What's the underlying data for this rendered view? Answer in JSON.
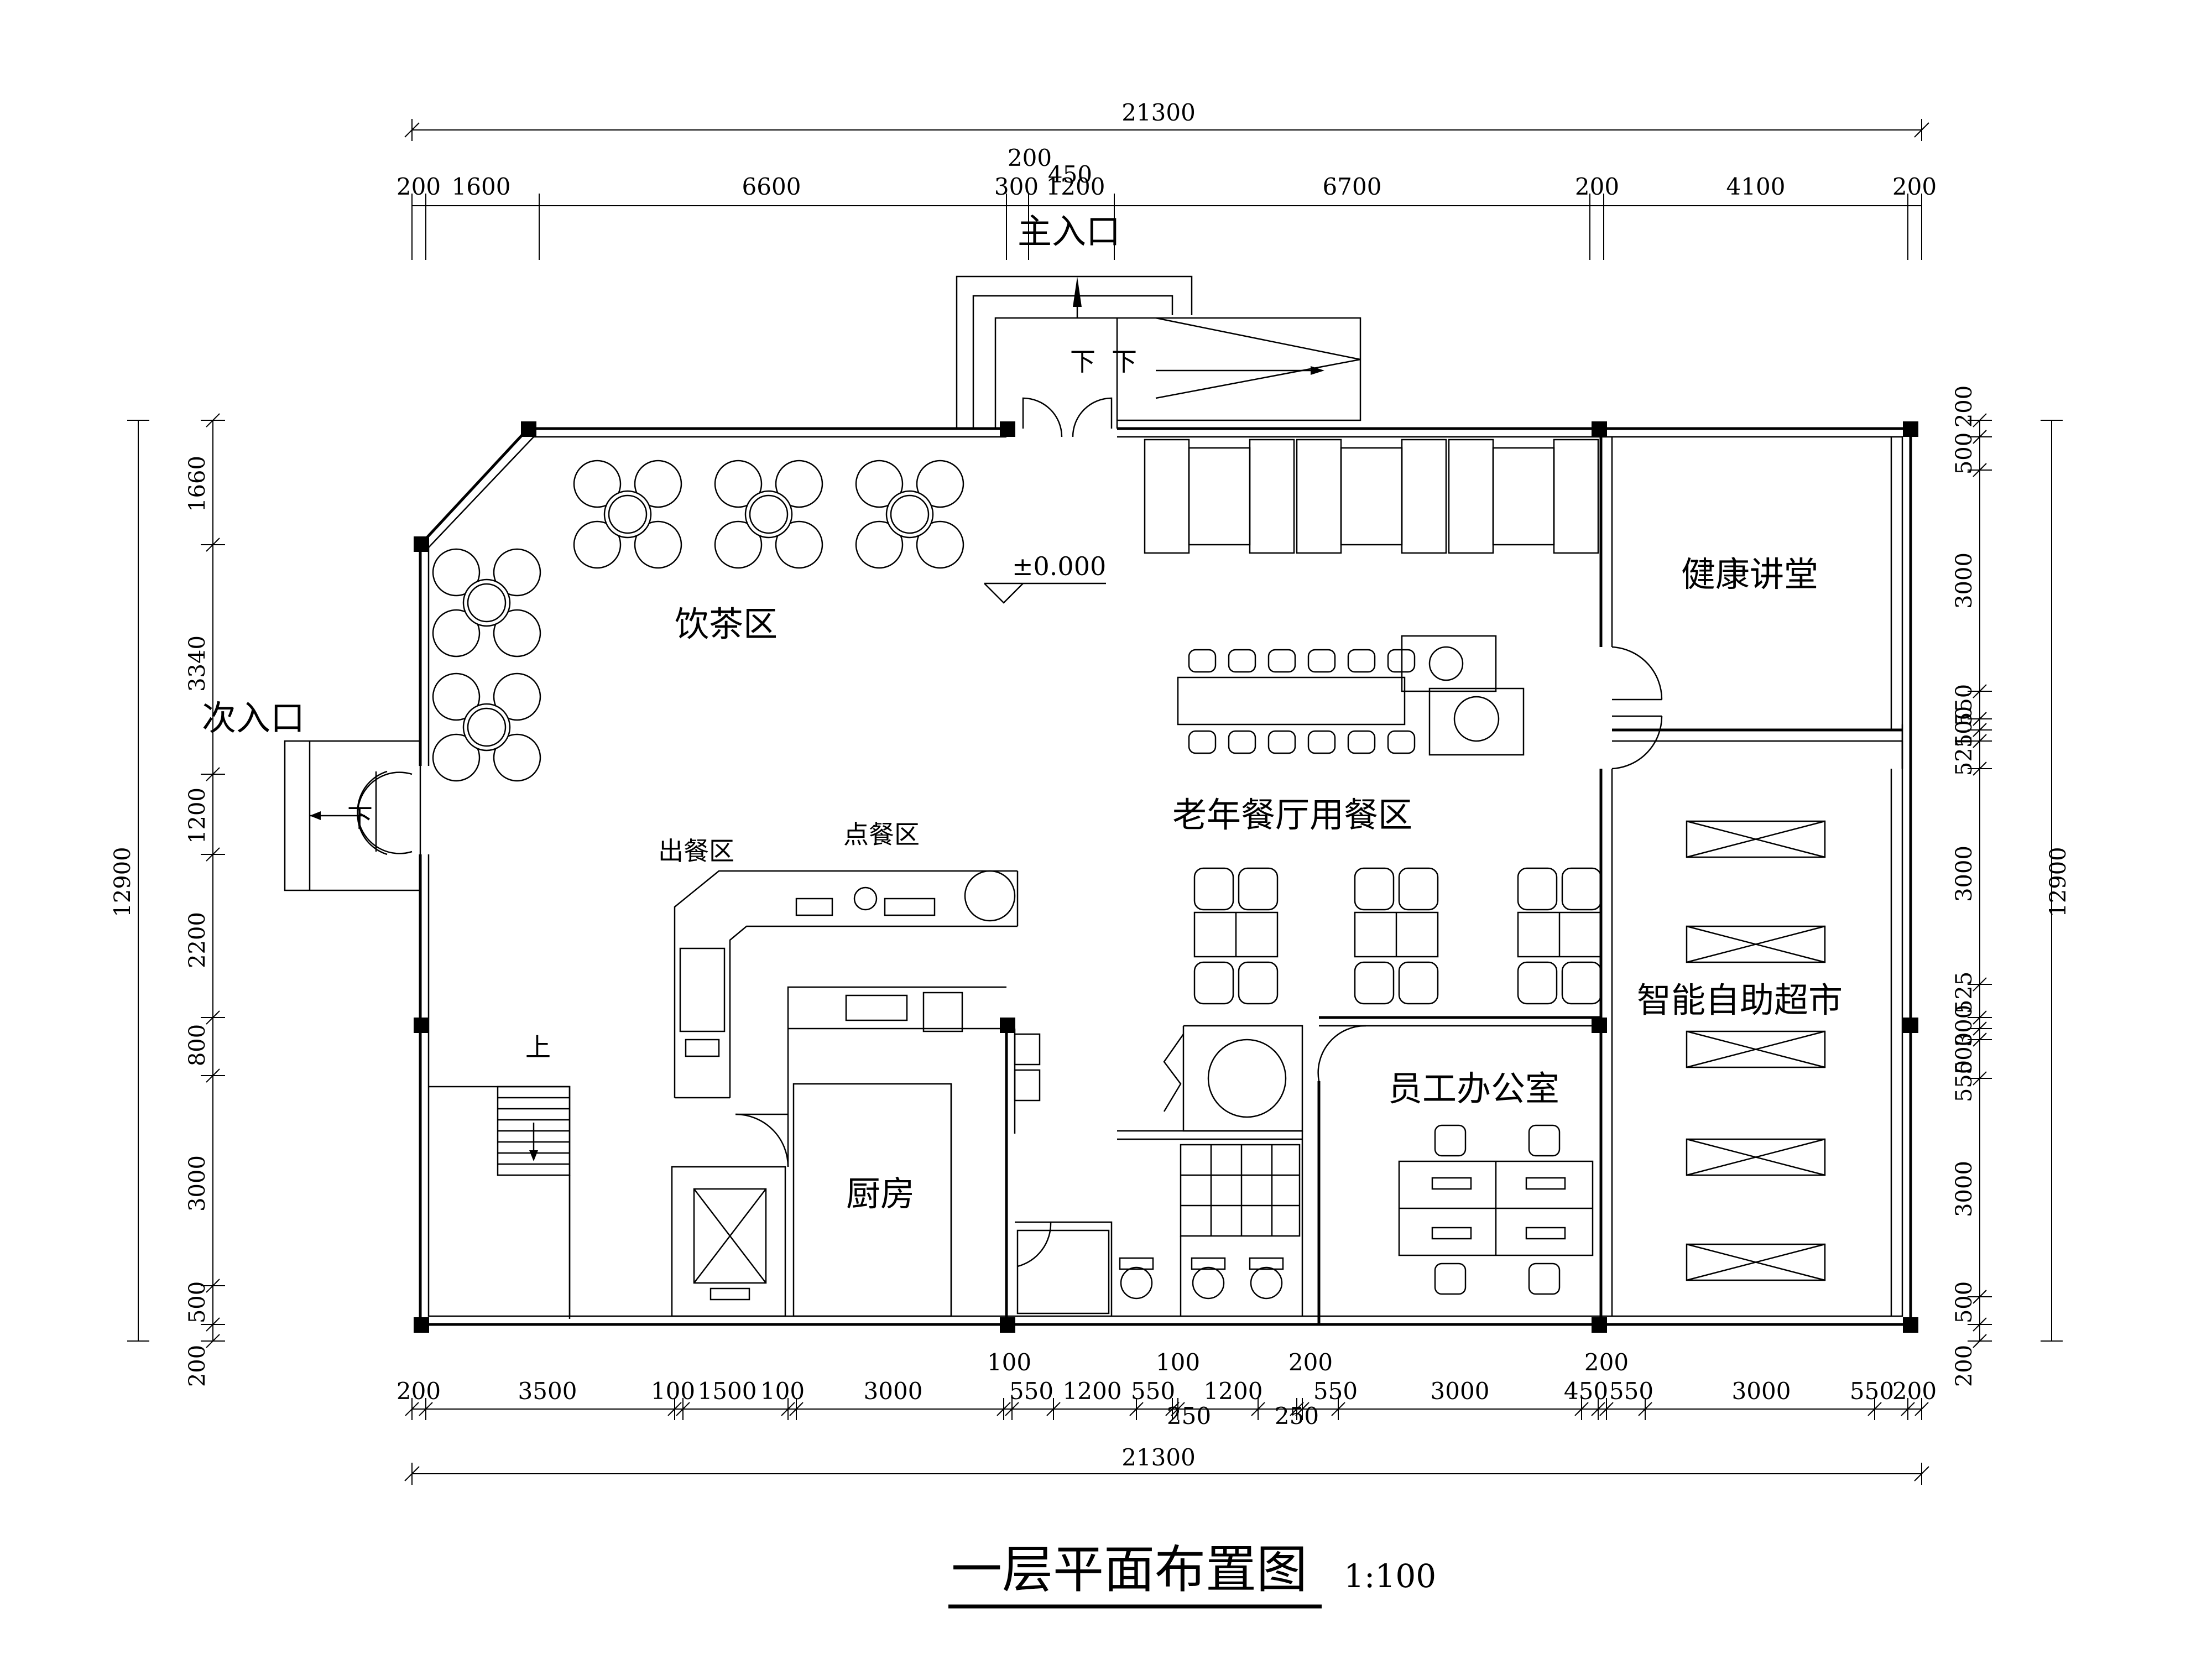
{
  "drawing": {
    "title": "一层平面布置图",
    "scale": "1:100",
    "level": "±0.000"
  },
  "entrances": {
    "main": "主入口",
    "secondary": "次入口",
    "down_mark": "下",
    "up_mark": "上"
  },
  "rooms": {
    "tea_area": "饮茶区",
    "dining_area": "老年餐厅用餐区",
    "health_hall": "健康讲堂",
    "supermarket": "智能自助超市",
    "staff_office": "员工办公室",
    "kitchen": "厨房",
    "serving_area": "出餐区",
    "ordering_area": "点餐区"
  },
  "dimensions": {
    "top_total": "21300",
    "top_row": [
      "200",
      "1600",
      "6600",
      "300",
      "1200",
      "6700",
      "200",
      "4100",
      "200"
    ],
    "top_extra": [
      "200",
      "450"
    ],
    "bottom_total": "21300",
    "bottom_row": [
      "200",
      "3500",
      "100",
      "1500",
      "100",
      "3000",
      "550",
      "1200",
      "550",
      "1200",
      "550",
      "3000",
      "450",
      "550",
      "3000",
      "550",
      "200"
    ],
    "bottom_upper": [
      "100",
      "100",
      "200",
      "200"
    ],
    "bottom_lower": [
      "250",
      "250"
    ],
    "left_total": "12900",
    "left_row": [
      "1660",
      "3340",
      "1200",
      "2200",
      "800",
      "3000",
      "500",
      "200"
    ],
    "right_total": "12900",
    "right_row": [
      "200",
      "500",
      "3000",
      "100",
      "550",
      "525",
      "3000",
      "525",
      "300",
      "500",
      "550",
      "3000",
      "500",
      "200"
    ]
  }
}
